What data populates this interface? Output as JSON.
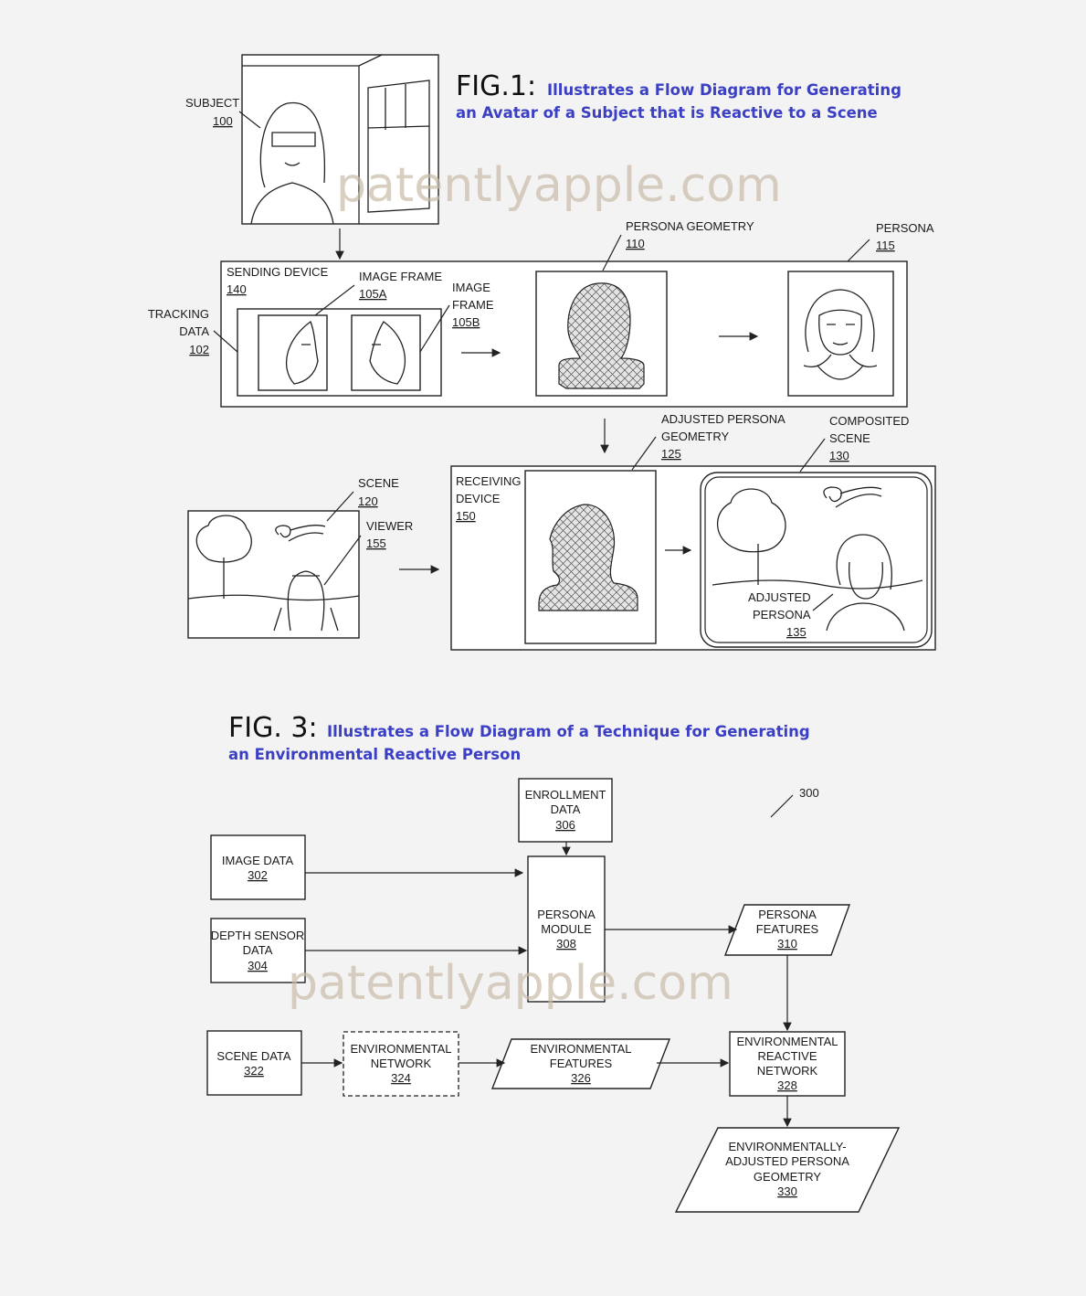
{
  "fig1": {
    "title": "FIG.1:",
    "caption": [
      "Illustrates a Flow Diagram for Generating",
      "an Avatar of a Subject that is Reactive to a Scene"
    ],
    "subject": {
      "label": "SUBJECT",
      "num": "100"
    },
    "sending_device": {
      "label": "SENDING DEVICE",
      "num": "140"
    },
    "tracking_data": {
      "lines": [
        "TRACKING",
        "DATA"
      ],
      "num": "102"
    },
    "image_frame_a": {
      "label": "IMAGE FRAME",
      "num": "105A"
    },
    "image_frame_b": {
      "lines": [
        "IMAGE",
        "FRAME"
      ],
      "num": "105B"
    },
    "persona_geometry": {
      "label": "PERSONA GEOMETRY",
      "num": "110"
    },
    "persona": {
      "label": "PERSONA",
      "num": "115"
    },
    "adjusted_persona_geometry": {
      "lines": [
        "ADJUSTED PERSONA",
        "GEOMETRY"
      ],
      "num": "125"
    },
    "composited_scene": {
      "lines": [
        "COMPOSITED",
        "SCENE"
      ],
      "num": "130"
    },
    "receiving_device": {
      "lines": [
        "RECEIVING",
        "DEVICE"
      ],
      "num": "150"
    },
    "scene": {
      "label": "SCENE",
      "num": "120"
    },
    "viewer": {
      "label": "VIEWER",
      "num": "155"
    },
    "adjusted_persona": {
      "lines": [
        "ADJUSTED",
        "PERSONA"
      ],
      "num": "135"
    }
  },
  "fig3": {
    "title": "FIG. 3:",
    "caption": [
      "Illustrates a Flow Diagram of a Technique for Generating",
      "an Environmental Reactive Person"
    ],
    "ref": "300",
    "enrollment": {
      "lines": [
        "ENROLLMENT",
        "DATA"
      ],
      "num": "306"
    },
    "image_data": {
      "lines": [
        "IMAGE DATA"
      ],
      "num": "302"
    },
    "depth_sensor": {
      "lines": [
        "DEPTH SENSOR",
        "DATA"
      ],
      "num": "304"
    },
    "persona_module": {
      "lines": [
        "PERSONA",
        "MODULE"
      ],
      "num": "308"
    },
    "persona_features": {
      "lines": [
        "PERSONA",
        "FEATURES"
      ],
      "num": "310"
    },
    "scene_data": {
      "lines": [
        "SCENE DATA"
      ],
      "num": "322"
    },
    "env_network": {
      "lines": [
        "ENVIRONMENTAL",
        "NETWORK"
      ],
      "num": "324"
    },
    "env_features": {
      "lines": [
        "ENVIRONMENTAL",
        "FEATURES"
      ],
      "num": "326"
    },
    "env_reactive": {
      "lines": [
        "ENVIRONMENTAL",
        "REACTIVE",
        "NETWORK"
      ],
      "num": "328"
    },
    "env_adjusted": {
      "lines": [
        "ENVIRONMENTALLY-",
        "ADJUSTED PERSONA",
        "GEOMETRY"
      ],
      "num": "330"
    }
  },
  "watermark": "patentlyapple.com"
}
